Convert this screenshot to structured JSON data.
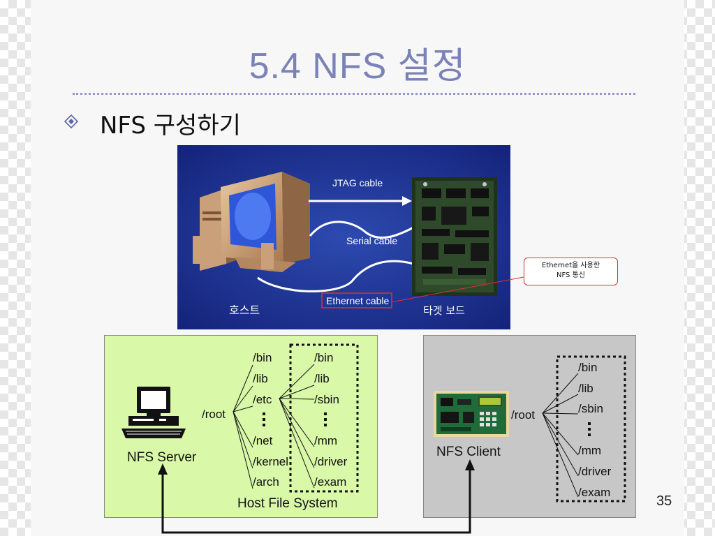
{
  "slide": {
    "title": "5.4 NFS 설정",
    "bullet": "NFS 구성하기",
    "page_number": "35"
  },
  "photo": {
    "jtag_label": "JTAG cable",
    "serial_label": "Serial cable",
    "ethernet_label": "Ethernet cable",
    "host_label": "호스트",
    "target_label": "타겟 보드"
  },
  "callout": {
    "line1": "Ethernet을 사용한",
    "line2": "NFS 통신"
  },
  "server": {
    "label": "NFS Server",
    "root": "/root",
    "root_dirs": [
      "/bin",
      "/lib",
      "/etc",
      "/net",
      "/kernel",
      "/arch"
    ],
    "etc_dirs": [
      "/bin",
      "/lib",
      "/sbin",
      "/mm",
      "/driver",
      "/exam"
    ],
    "caption": "Host File System"
  },
  "client": {
    "label": "NFS Client",
    "root": "/root",
    "dirs": [
      "/bin",
      "/lib",
      "/sbin",
      "/mm",
      "/driver",
      "/exam"
    ]
  },
  "colors": {
    "title": "#7a82b8",
    "server_bg": "#d9f8a8",
    "client_bg": "#c7c7c7",
    "photo_bg": "#1a2e8c",
    "callout_border": "#e03030"
  },
  "icons": [
    "diamond-bullet-icon",
    "computer-icon",
    "board-icon",
    "ellipsis-icon"
  ]
}
